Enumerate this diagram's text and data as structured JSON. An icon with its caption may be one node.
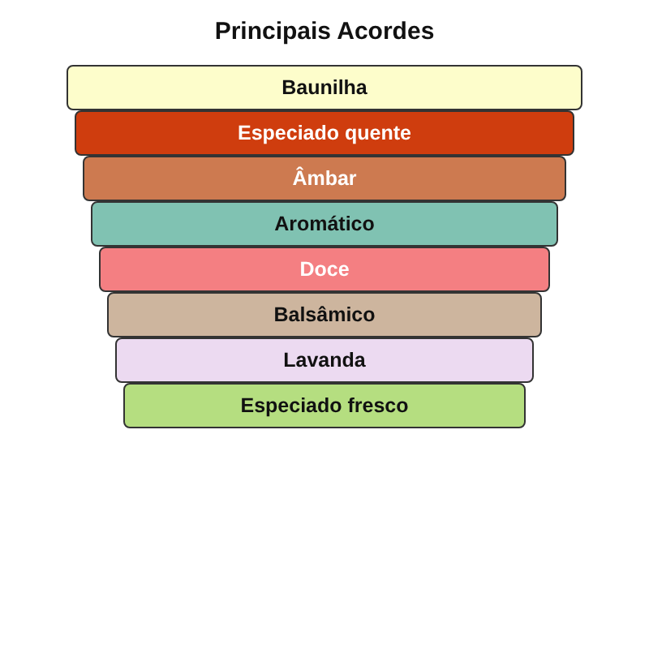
{
  "diagram": {
    "title": "Principais Acordes",
    "nodes": [
      {
        "text": [
          "Baunilha"
        ]
      },
      {
        "text": [
          "Especiado quente"
        ]
      },
      {
        "text": [
          "Âmbar"
        ]
      },
      {
        "text": [
          "Aromático"
        ]
      },
      {
        "text": [
          "Doce"
        ]
      },
      {
        "text": [
          "Balsâmico"
        ]
      },
      {
        "text": [
          "Lavanda"
        ]
      },
      {
        "text": [
          "Especiado fresco"
        ]
      }
    ]
  }
}
